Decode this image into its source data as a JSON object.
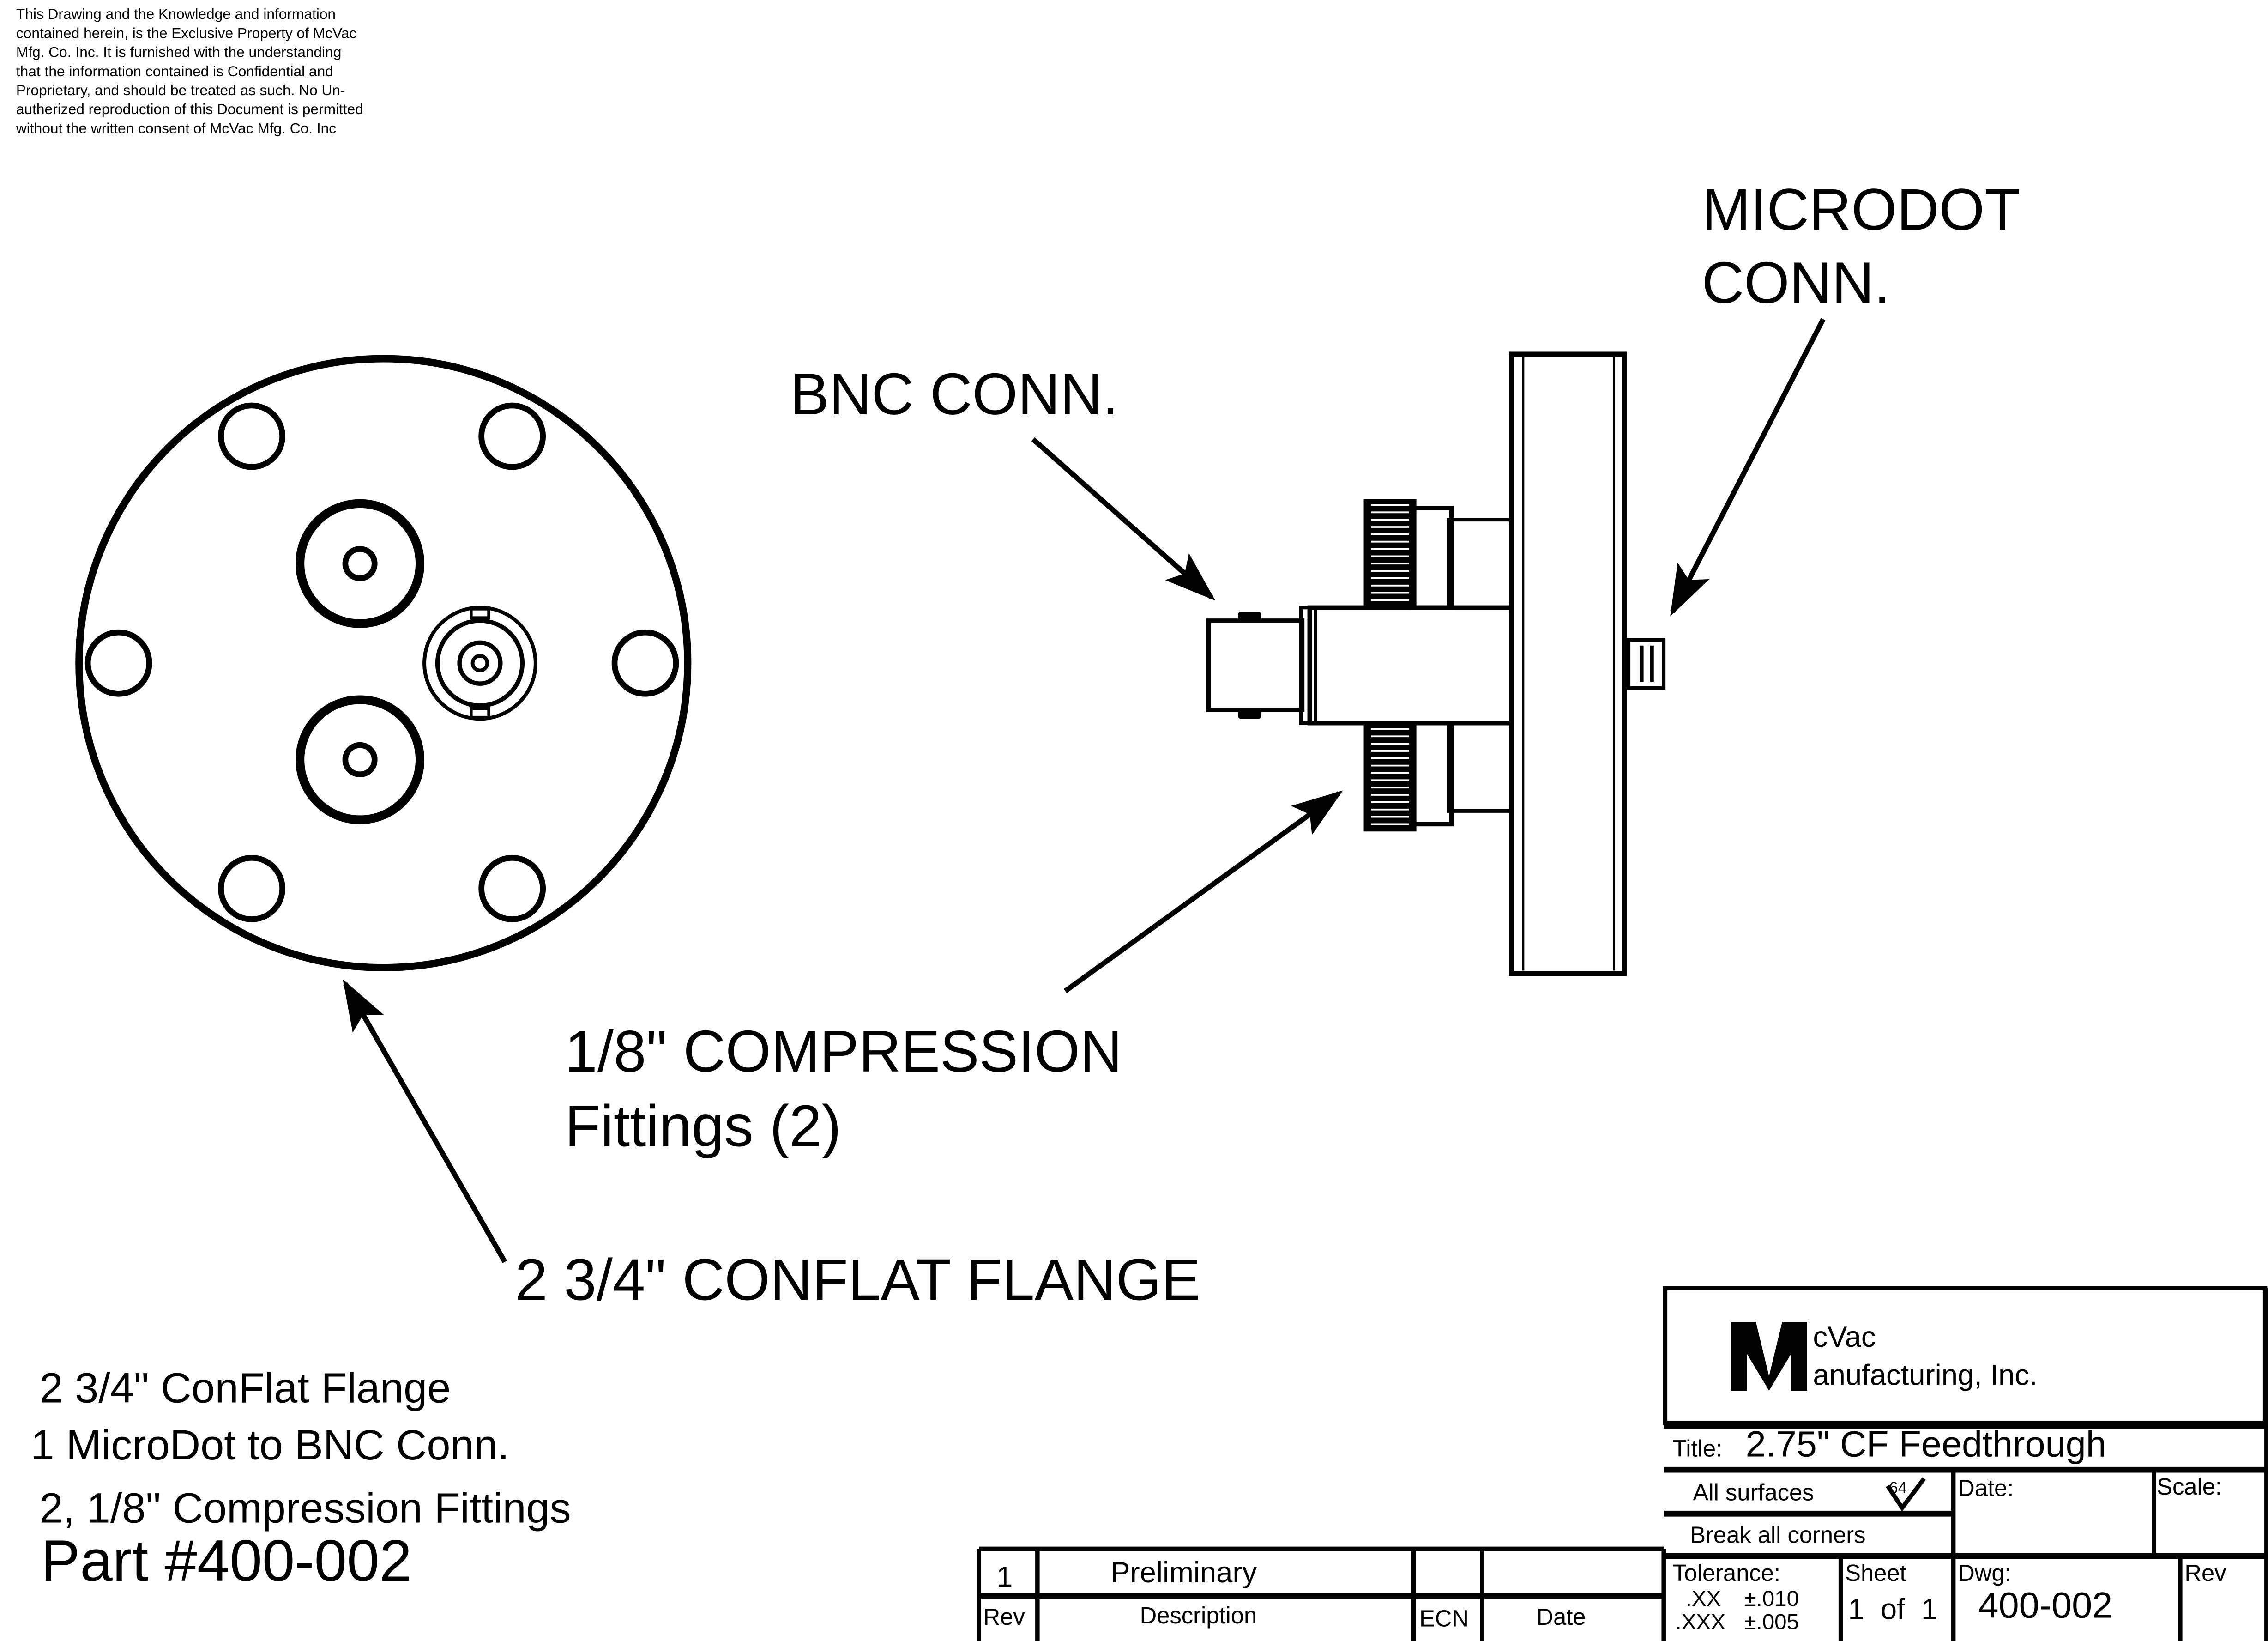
{
  "document": {
    "type": "engineering drawing",
    "notice_lines": [
      "This Drawing and the Knowledge and information",
      "contained herein, is the Exclusive Property of McVac",
      "Mfg. Co. Inc. It is furnished with the understanding",
      "that the information contained is Confidential and",
      "Proprietary, and should be treated as such. No Un-",
      "autherized reproduction of this Document is permitted",
      "without the written consent of McVac Mfg. Co. Inc"
    ]
  },
  "callouts": {
    "microdot": [
      "MICRODOT",
      "CONN."
    ],
    "bnc": "BNC CONN.",
    "compression": [
      "1/8\" COMPRESSION",
      "Fittings (2)"
    ],
    "flange": "2 3/4\" CONFLAT FLANGE"
  },
  "parts_list": {
    "items": [
      "2 3/4\" ConFlat Flange",
      "1 MicroDot to BNC Conn.",
      "2, 1/8\" Compression Fittings"
    ],
    "part_number": "Part #400-002"
  },
  "title_block": {
    "logo": {
      "letter": "M",
      "line1": "cVac",
      "line2": "anufacturing, Inc."
    },
    "title_label": "Title:",
    "title_value": "2.75\" CF Feedthrough",
    "surfaces_label": "All surfaces",
    "surface_finish": "64",
    "break_corners": "Break all corners",
    "date_label": "Date:",
    "date_value": "",
    "scale_label": "Scale:",
    "scale_value": "",
    "tolerance_label": "Tolerance:",
    "tolerance_rows": [
      {
        "precision": ".XX",
        "value": "±.010"
      },
      {
        "precision": ".XXX",
        "value": "±.005"
      }
    ],
    "sheet_label": "Sheet",
    "sheet_value": "1  of  1",
    "dwg_label": "Dwg:",
    "dwg_value": "400-002",
    "rev_label": "Rev",
    "rev_value": ""
  },
  "revision_table": {
    "headers": [
      "Rev",
      "Description",
      "ECN",
      "Date"
    ],
    "rows": [
      {
        "rev": "1",
        "description": "Preliminary",
        "ecn": "",
        "date": ""
      }
    ]
  }
}
